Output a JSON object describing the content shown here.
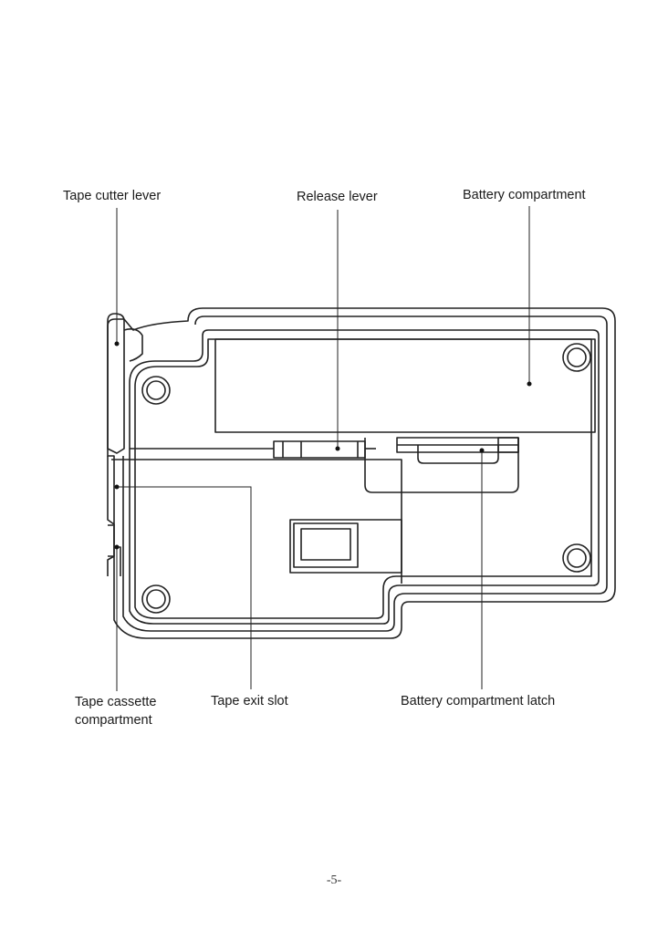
{
  "labels": {
    "tape_cutter_lever": "Tape cutter lever",
    "release_lever": "Release lever",
    "battery_compartment": "Battery compartment",
    "tape_cassette_compartment_line1": "Tape cassette",
    "tape_cassette_compartment_line2": "compartment",
    "tape_exit_slot": "Tape exit slot",
    "battery_compartment_latch": "Battery compartment latch"
  },
  "page_number": "-5-"
}
